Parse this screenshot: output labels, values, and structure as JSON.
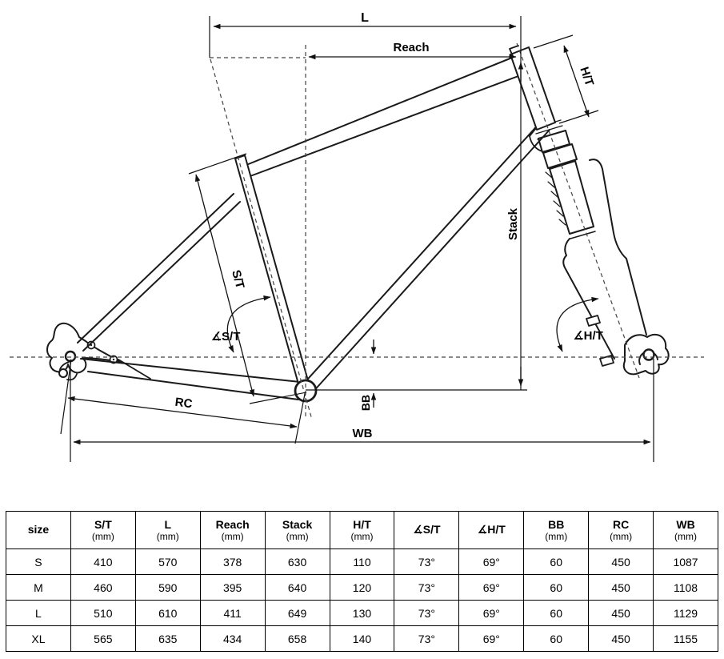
{
  "diagram": {
    "labels": {
      "l": "L",
      "reach": "Reach",
      "ht": "H/T",
      "stack": "Stack",
      "st": "S/T",
      "st_angle": "∡S/T",
      "ht_angle": "∡H/T",
      "rc": "RC",
      "bb": "BB",
      "wb": "WB"
    },
    "line_color": "#1a1a1a"
  },
  "table": {
    "columns": [
      {
        "label": "size",
        "unit": ""
      },
      {
        "label": "S/T",
        "unit": "(mm)"
      },
      {
        "label": "L",
        "unit": "(mm)"
      },
      {
        "label": "Reach",
        "unit": "(mm)"
      },
      {
        "label": "Stack",
        "unit": "(mm)"
      },
      {
        "label": "H/T",
        "unit": "(mm)"
      },
      {
        "label": "∡S/T",
        "unit": ""
      },
      {
        "label": "∡H/T",
        "unit": ""
      },
      {
        "label": "BB",
        "unit": "(mm)"
      },
      {
        "label": "RC",
        "unit": "(mm)"
      },
      {
        "label": "WB",
        "unit": "(mm)"
      }
    ],
    "rows": [
      {
        "size": "S",
        "values": [
          "410",
          "570",
          "378",
          "630",
          "110",
          "73°",
          "69°",
          "60",
          "450",
          "1087"
        ]
      },
      {
        "size": "M",
        "values": [
          "460",
          "590",
          "395",
          "640",
          "120",
          "73°",
          "69°",
          "60",
          "450",
          "1108"
        ]
      },
      {
        "size": "L",
        "values": [
          "510",
          "610",
          "411",
          "649",
          "130",
          "73°",
          "69°",
          "60",
          "450",
          "1129"
        ]
      },
      {
        "size": "XL",
        "values": [
          "565",
          "635",
          "434",
          "658",
          "140",
          "73°",
          "69°",
          "60",
          "450",
          "1155"
        ]
      }
    ]
  }
}
